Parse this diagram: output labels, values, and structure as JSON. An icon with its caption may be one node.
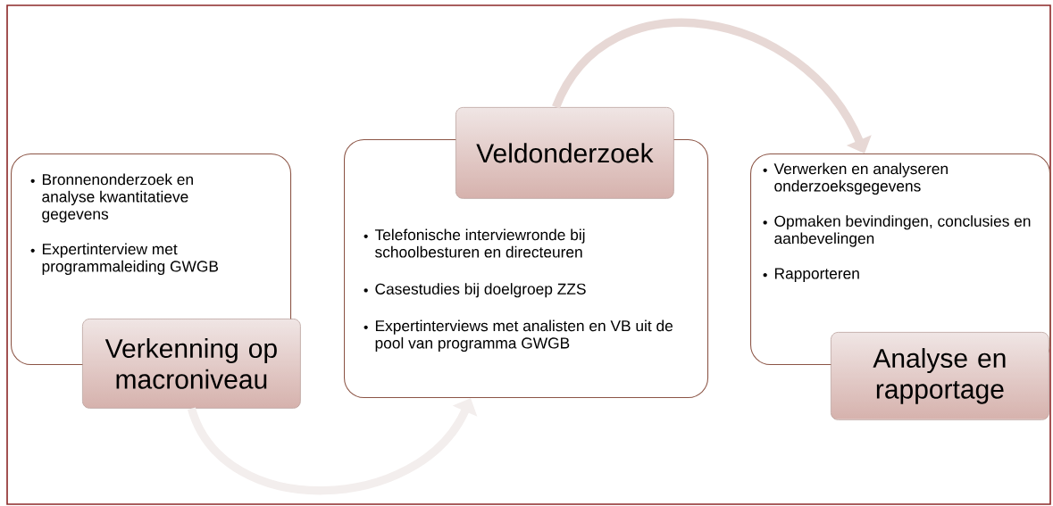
{
  "diagram": {
    "nodes": [
      {
        "text": [
          "Bronnenonderzoek en analyse kwantitatieve gegevens",
          "Expertinterview met programmaleiding GWGB"
        ]
      },
      {
        "text": [
          "Verkenning op macroniveau"
        ]
      },
      {
        "text": [
          "Telefonische interviewronde bij schoolbesturen en directeuren",
          "Casestudies bij doelgroep ZZS",
          "Expertinterviews met analisten en VB uit de pool van programma GWGB"
        ]
      },
      {
        "text": [
          "Veldonderzoek"
        ]
      },
      {
        "text": [
          "Verwerken en analyseren onderzoeksgegevens",
          "Opmaken bevindingen, conclusies en aanbevelingen",
          "Rapporteren"
        ]
      },
      {
        "text": [
          "Analyse en rapportage"
        ]
      }
    ],
    "edges": [
      {
        "from": 1,
        "to": 2,
        "arrow": "to",
        "color": "#f3eeed"
      },
      {
        "from": 3,
        "to": 4,
        "arrow": "to",
        "color": "#e7d8d5"
      }
    ]
  }
}
